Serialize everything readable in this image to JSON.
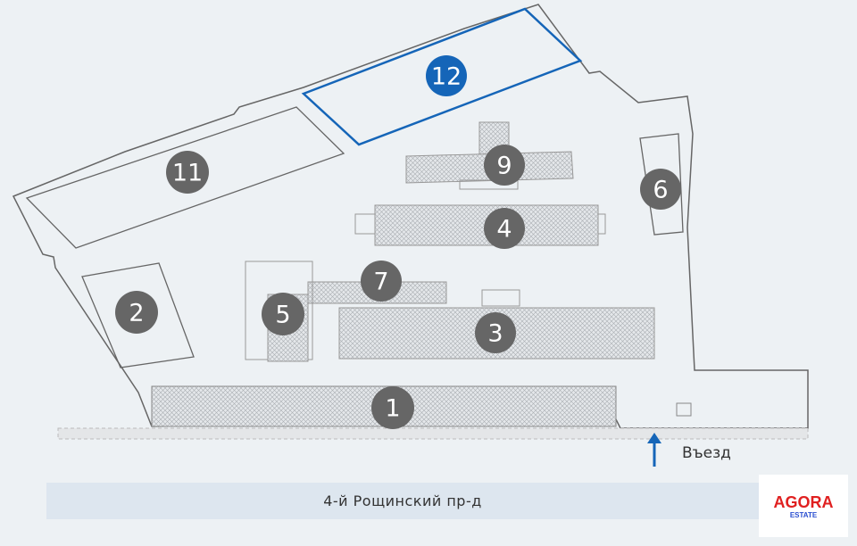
{
  "map": {
    "buildings": [
      {
        "id": "12",
        "label": "12",
        "highlighted": true
      },
      {
        "id": "11",
        "label": "11"
      },
      {
        "id": "9",
        "label": "9"
      },
      {
        "id": "6",
        "label": "6"
      },
      {
        "id": "4",
        "label": "4"
      },
      {
        "id": "7",
        "label": "7"
      },
      {
        "id": "2",
        "label": "2"
      },
      {
        "id": "5",
        "label": "5"
      },
      {
        "id": "3",
        "label": "3"
      },
      {
        "id": "1",
        "label": "1"
      }
    ],
    "entry_label": "Въезд",
    "street_name": "4-й Рощинский пр-д",
    "highlight_color": "#1565b8",
    "marker_color": "#666666"
  },
  "logo": {
    "main": "AGORA",
    "sub": "ESTATE"
  }
}
